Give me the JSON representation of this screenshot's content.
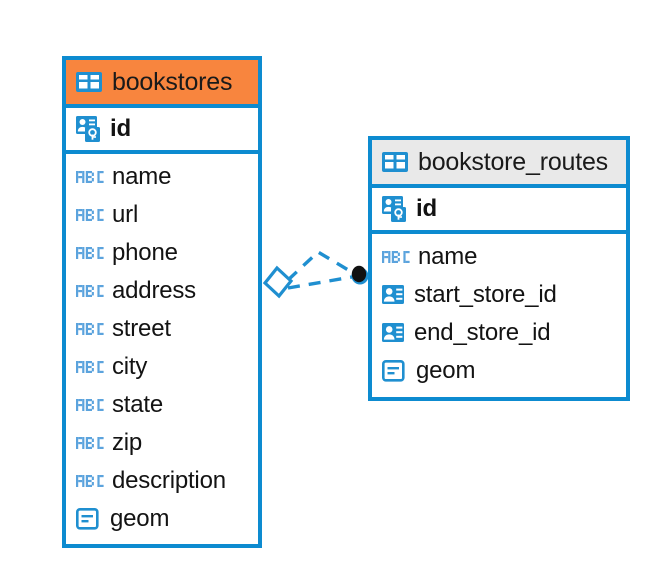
{
  "diagram": {
    "type": "entity-relationship-diagram",
    "background": "#ffffff",
    "colors": {
      "border": "#0d8bd0",
      "accent_orange": "#f8853e",
      "header_gray": "#e9e9e9",
      "icon_blue": "#1f8fd0",
      "abc_blue": "#5ba3dd",
      "text": "#131313",
      "endpoint_dark": "#111111"
    }
  },
  "entities": [
    {
      "id": "bookstores",
      "name": "bookstores",
      "header_style": "orange",
      "header_icon": "table-icon",
      "primary_key": {
        "label": "id",
        "icon": "primary-key-icon"
      },
      "fields": [
        {
          "label": "name",
          "icon": "abc-text-icon"
        },
        {
          "label": "url",
          "icon": "abc-text-icon"
        },
        {
          "label": "phone",
          "icon": "abc-text-icon"
        },
        {
          "label": "address",
          "icon": "abc-text-icon"
        },
        {
          "label": "street",
          "icon": "abc-text-icon"
        },
        {
          "label": "city",
          "icon": "abc-text-icon"
        },
        {
          "label": "state",
          "icon": "abc-text-icon"
        },
        {
          "label": "zip",
          "icon": "abc-text-icon"
        },
        {
          "label": "description",
          "icon": "abc-text-icon"
        },
        {
          "label": "geom",
          "icon": "geometry-icon"
        }
      ]
    },
    {
      "id": "bookstore_routes",
      "name": "bookstore_routes",
      "header_style": "gray",
      "header_icon": "table-icon",
      "primary_key": {
        "label": "id",
        "icon": "primary-key-icon"
      },
      "fields": [
        {
          "label": "name",
          "icon": "abc-text-icon"
        },
        {
          "label": "start_store_id",
          "icon": "foreign-key-icon"
        },
        {
          "label": "end_store_id",
          "icon": "foreign-key-icon"
        },
        {
          "label": "geom",
          "icon": "geometry-icon"
        }
      ]
    }
  ],
  "relationship": {
    "name": "bookstores-to-bookstore-routes",
    "style": "dashed",
    "color": "#1f8fd0",
    "source_endpoint": "hollow-diamond",
    "target_endpoint": "filled-circle"
  }
}
